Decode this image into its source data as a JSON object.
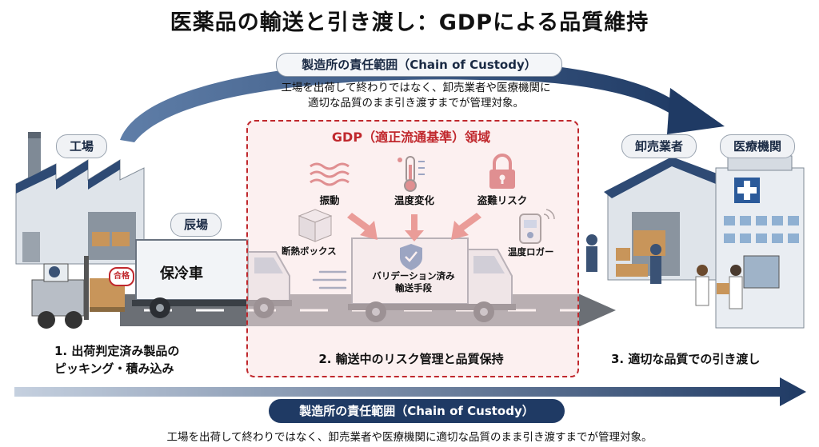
{
  "title": "医薬品の輸送と引き渡し：GDPによる品質維持",
  "top_pill": "製造所の責任範囲（Chain of Custody）",
  "top_desc_line1": "工場を出荷して終わりではなく、卸売業者や医療機関に",
  "top_desc_line2": "適切な品質のまま引き渡すまでが管理対象。",
  "locations": {
    "factory": "工場",
    "depot": "辰場",
    "wholesaler": "卸売業者",
    "hospital": "医療機関"
  },
  "gdp_title": "GDP（適正流通基準）領域",
  "risks": {
    "vibration": "振動",
    "temperature": "温度変化",
    "theft": "盗難リスク"
  },
  "equipment": {
    "insulated_box": "断熱ボックス",
    "temp_logger": "温度ロガー"
  },
  "reefer_label": "保冷車",
  "pass_stamp": "合格",
  "validated_line1": "バリデーション済み",
  "validated_line2": "輸送手段",
  "steps": {
    "step1_line1": "1. 出荷判定済み製品の",
    "step1_line2": "ピッキング・積み込み",
    "step2": "2. 輸送中のリスク管理と品質保持",
    "step3": "3. 適切な品質での引き渡し"
  },
  "bottom_pill": "製造所の責任範囲（Chain of Custody）",
  "bottom_desc": "工場を出荷して終わりではなく、卸売業者や医療機関に適切な品質のまま引き渡すまでが管理対象。",
  "colors": {
    "navy": "#1f3a64",
    "red": "#c0282d",
    "road": "#6b6f75"
  }
}
